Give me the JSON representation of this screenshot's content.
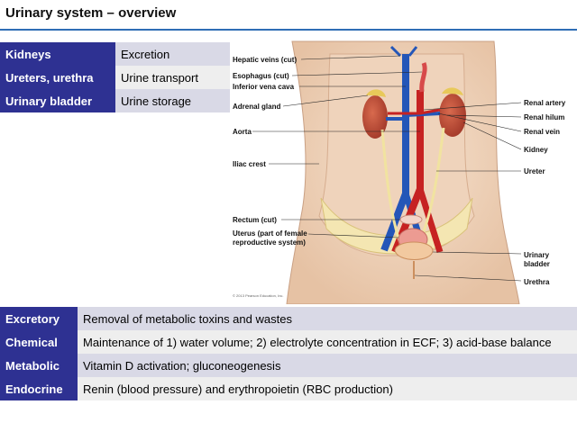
{
  "title": "Urinary system – overview",
  "organs_table": [
    {
      "organ": "Kidneys",
      "function": "Excretion"
    },
    {
      "organ": "Ureters, urethra",
      "function": "Urine transport"
    },
    {
      "organ": "Urinary bladder",
      "function": "Urine storage"
    }
  ],
  "figure": {
    "labels_left": {
      "hepatic_veins": "Hepatic veins (cut)",
      "esophagus": "Esophagus (cut)",
      "ivc": "Inferior vena cava",
      "adrenal": "Adrenal gland",
      "aorta": "Aorta",
      "iliac": "Iliac crest",
      "rectum": "Rectum (cut)",
      "uterus_1": "Uterus (part of female",
      "uterus_2": "reproductive system)"
    },
    "labels_right": {
      "renal_artery": "Renal artery",
      "renal_hilum": "Renal hilum",
      "renal_vein": "Renal vein",
      "kidney": "Kidney",
      "ureter": "Ureter",
      "bladder_1": "Urinary",
      "bladder_2": "bladder",
      "urethra": "Urethra"
    },
    "copyright": "© 2013 Pearson Education, Inc."
  },
  "functions_table": [
    {
      "category": "Excretory",
      "description": "Removal of metabolic toxins and wastes"
    },
    {
      "category": "Chemical",
      "description": "Maintenance of 1) water volume; 2) electrolyte concentration in ECF; 3) acid-base balance"
    },
    {
      "category": "Metabolic",
      "description": "Vitamin D activation; gluconeogenesis"
    },
    {
      "category": "Endocrine",
      "description": "Renin (blood pressure) and erythropoietin (RBC production)"
    }
  ]
}
